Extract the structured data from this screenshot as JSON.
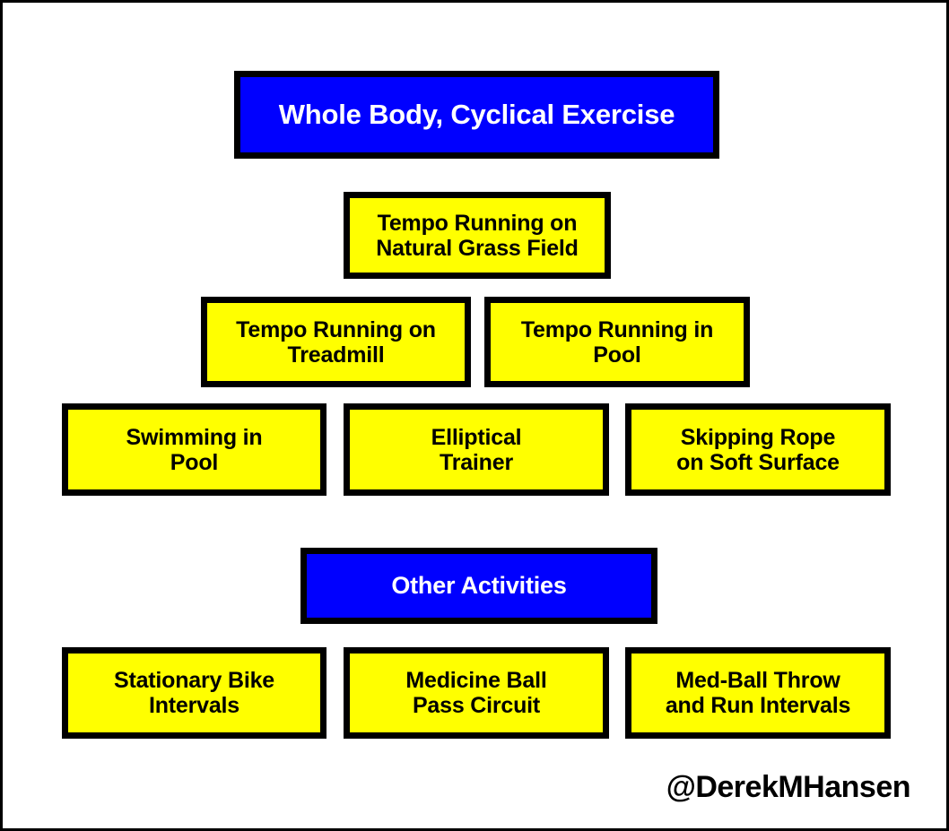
{
  "diagram": {
    "title": "Whole Body, Cyclical Exercise",
    "colors": {
      "header_fill": "#0000FF",
      "header_text": "#FFFFFF",
      "activity_fill": "#FFFF00",
      "activity_text": "#000000",
      "border": "#000000",
      "background": "#FFFFFF"
    },
    "sections": [
      {
        "id": "whole-body-cyclical-exercise",
        "type": "header",
        "label": "Whole Body, Cyclical Exercise",
        "items": [
          {
            "id": "tempo-running-natural-grass-field",
            "label": "Tempo Running on\nNatural Grass Field"
          },
          {
            "id": "tempo-running-treadmill",
            "label": "Tempo Running on\nTreadmill"
          },
          {
            "id": "tempo-running-pool",
            "label": "Tempo Running in\nPool"
          },
          {
            "id": "swimming-in-pool",
            "label": "Swimming in\nPool"
          },
          {
            "id": "elliptical-trainer",
            "label": "Elliptical\nTrainer"
          },
          {
            "id": "skipping-rope-soft-surface",
            "label": "Skipping Rope\non Soft Surface"
          }
        ]
      },
      {
        "id": "other-activities",
        "type": "header",
        "label": "Other Activities",
        "items": [
          {
            "id": "stationary-bike-intervals",
            "label": "Stationary Bike\nIntervals"
          },
          {
            "id": "medicine-ball-pass-circuit",
            "label": "Medicine Ball\nPass Circuit"
          },
          {
            "id": "med-ball-throw-and-run-intervals",
            "label": "Med-Ball Throw\nand Run Intervals"
          }
        ]
      }
    ],
    "credit": "@DerekMHansen"
  }
}
